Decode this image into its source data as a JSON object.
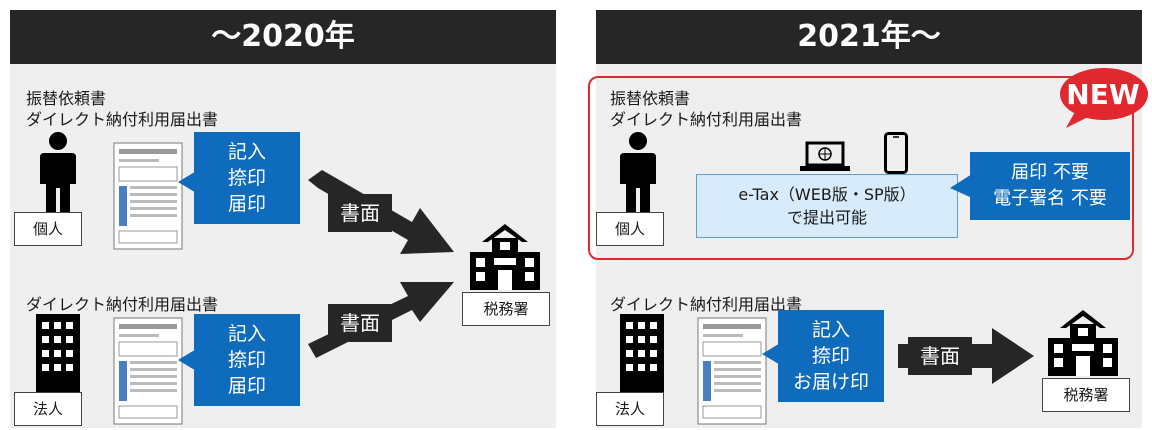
{
  "left": {
    "title": "〜2020年",
    "top_label_1": "振替依頼書",
    "top_label_2": "ダイレクト納付利用届出書",
    "individual_label": "個人",
    "individual_callout": [
      "記入",
      "捺印",
      "届印"
    ],
    "paper_label_1": "書面",
    "tax_office_label": "税務署",
    "bottom_label": "ダイレクト納付利用届出書",
    "paper_label_2": "書面",
    "corporation_label": "法人",
    "corporation_callout": [
      "記入",
      "捺印",
      "届印"
    ]
  },
  "right": {
    "title": "2021年〜",
    "new_badge": "NEW",
    "top_label_1": "振替依頼書",
    "top_label_2": "ダイレクト納付利用届出書",
    "individual_label": "個人",
    "etax_line1": "e-Tax（WEB版・SP版）",
    "etax_line2": "で提出可能",
    "no_seal_line1": "届印 不要",
    "no_seal_line2": "電子署名 不要",
    "bottom_label": "ダイレクト納付利用届出書",
    "corporation_label": "法人",
    "corporation_callout": [
      "記入",
      "捺印",
      "お届け印"
    ],
    "paper_label": "書面",
    "tax_office_label": "税務署"
  },
  "colors": {
    "dark": "#262626",
    "blue": "#0f6cbd",
    "red": "#e0282e",
    "panel": "#efefef"
  },
  "icons": [
    "person-icon",
    "document-icon",
    "building-icon",
    "tax-office-icon",
    "laptop-icon",
    "smartphone-icon",
    "arrow-icon"
  ]
}
